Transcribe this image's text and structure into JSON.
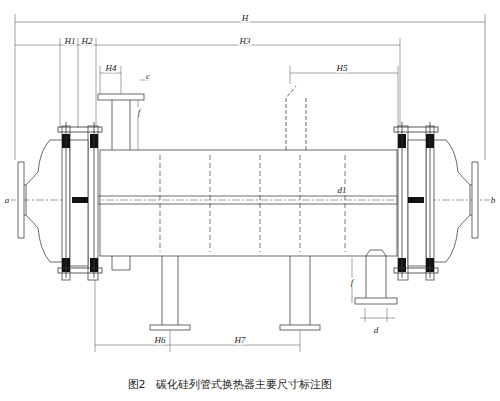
{
  "diagram": {
    "caption": "图2　碳化硅列管式换热器主要尺寸标注图",
    "labels": [
      "H",
      "H1",
      "H2",
      "H3",
      "H4",
      "c",
      "H5",
      "f",
      "a",
      "b",
      "d1",
      "f",
      "d",
      "H6",
      "H7"
    ]
  }
}
